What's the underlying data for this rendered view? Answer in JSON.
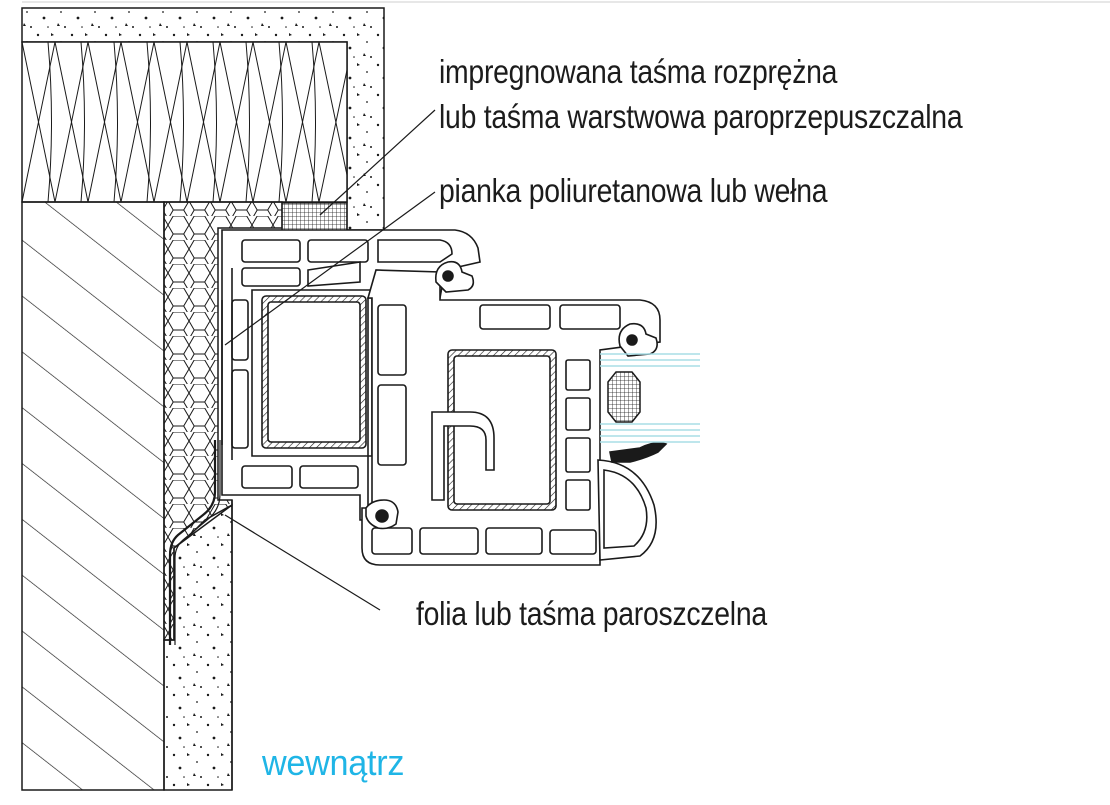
{
  "labels": {
    "tape_expanding": "impregnowana taśma rozprężna",
    "tape_layered": "lub taśma warstwowa paroprzepuszczalna",
    "foam": "pianka poliuretanowa lub wełna",
    "vapor_barrier": "folia lub taśma paroszczelna",
    "interior": "wewnątrz"
  },
  "colors": {
    "line": "#1a1a1a",
    "interior_label": "#1fb5e6",
    "glass": "#a8dde6"
  }
}
